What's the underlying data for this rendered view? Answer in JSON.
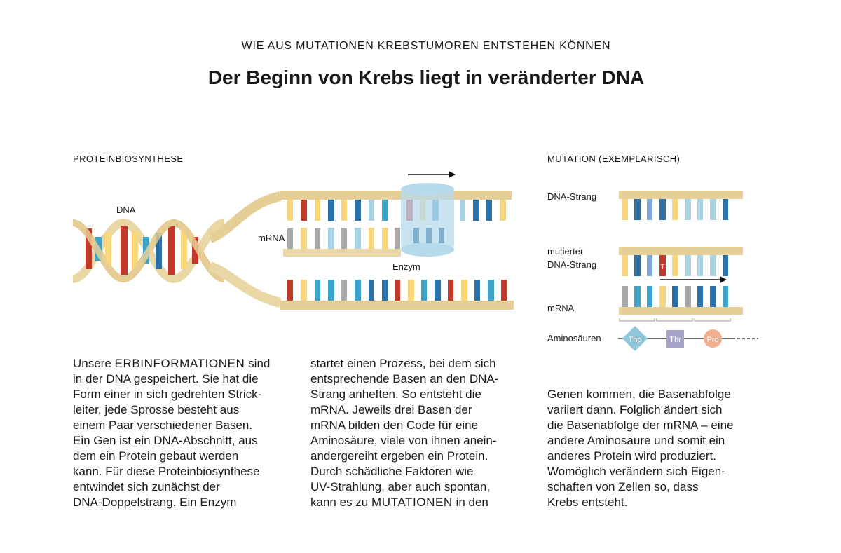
{
  "header": {
    "kicker": "WIE AUS MUTATIONEN KREBSTUMOREN ENTSTEHEN KÖNNEN",
    "title": "Der Beginn von Krebs liegt in veränderter DNA"
  },
  "left_panel": {
    "heading": "PROTEINBIOSYNTHESE",
    "labels": {
      "dna": "DNA",
      "mrna": "mRNA",
      "enzyme": "Enzym"
    }
  },
  "right_panel": {
    "heading": "MUTATION (EXEMPLARISCH)",
    "labels": {
      "dna_strand": "DNA-Strang",
      "mutated_line1": "mutierter",
      "mutated_line2": "DNA-Strang",
      "mrna": "mRNA",
      "amino_acids": "Aminosäuren"
    },
    "mutated_base": "T",
    "amino_acid_list": [
      {
        "name": "Thp",
        "shape": "diamond",
        "color": "#8ec7d9"
      },
      {
        "name": "Thr",
        "shape": "square",
        "color": "#a6a5c9"
      },
      {
        "name": "Pro",
        "shape": "circle",
        "color": "#f0b08f"
      }
    ]
  },
  "colors": {
    "backbone": "#e6cf97",
    "red": "#c0392b",
    "yellow": "#f7d77a",
    "dark_blue": "#2b72a8",
    "light_blue": "#a9d3e3",
    "teal": "#3ea3c9",
    "gray": "#a8a8a8",
    "enzyme": "#b7d9ec"
  },
  "body_text": {
    "col1": {
      "lines": [
        [
          "Unsere ",
          "ERBINFORMATIONEN",
          " sind"
        ],
        [
          "in der DNA gespeichert. Sie hat die"
        ],
        [
          "Form einer in sich gedrehten Strick-"
        ],
        [
          "leiter, jede Sprosse besteht aus"
        ],
        [
          "einem Paar verschiedener Basen."
        ],
        [
          "Ein Gen ist ein DNA-Abschnitt, aus"
        ],
        [
          "dem ein Protein gebaut werden"
        ],
        [
          "kann. Für diese Proteinbiosynthese"
        ],
        [
          "entwindet sich zunächst der"
        ],
        [
          "DNA-Doppelstrang. Ein Enzym"
        ]
      ]
    },
    "col2": {
      "lines": [
        [
          "startet einen Prozess, bei dem sich"
        ],
        [
          "entsprechende Basen an den DNA-"
        ],
        [
          "Strang anheften. So entsteht die"
        ],
        [
          "mRNA. Jeweils drei Basen der"
        ],
        [
          "mRNA bilden den Code für eine"
        ],
        [
          "Aminosäure, viele von ihnen anein-"
        ],
        [
          "andergereiht ergeben ein Protein."
        ],
        [
          "Durch schädliche Faktoren wie"
        ],
        [
          "UV-Strahlung, aber auch spontan,"
        ],
        [
          "kann es zu ",
          "MUTATIONEN",
          " in den"
        ]
      ]
    },
    "col3": {
      "lines": [
        [
          "Genen kommen, die Basenabfolge"
        ],
        [
          "variiert dann. Folglich ändert sich"
        ],
        [
          "die Basenabfolge der mRNA – eine"
        ],
        [
          "andere Aminosäure und somit ein"
        ],
        [
          "anderes Protein wird produziert."
        ],
        [
          "Womöglich verändern sich Eigen-"
        ],
        [
          "schaften von Zellen so, dass"
        ],
        [
          "Krebs entsteht."
        ]
      ]
    }
  }
}
